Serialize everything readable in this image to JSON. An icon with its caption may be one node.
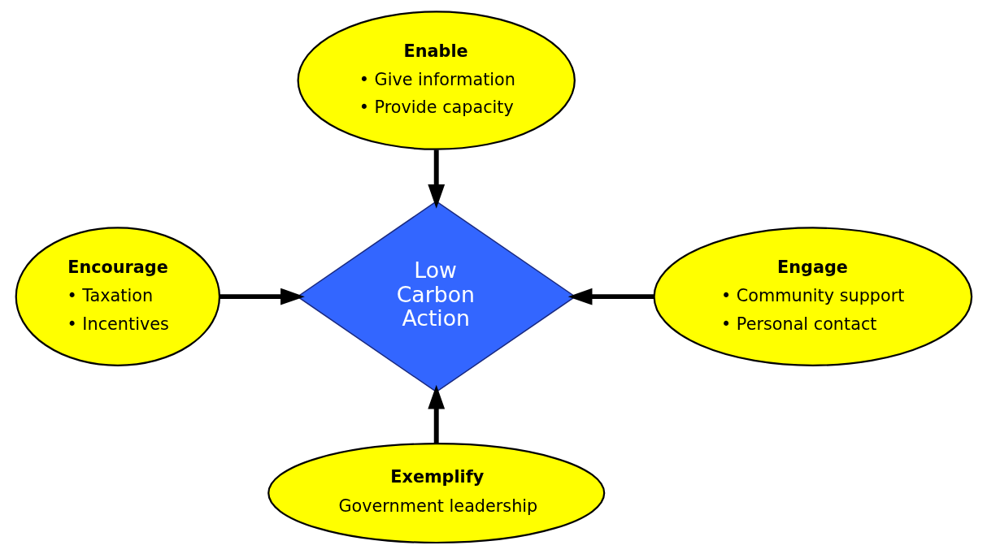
{
  "diagram": {
    "nodes": [
      {
        "text": [
          "Enable",
          "• Give information",
          "• Provide capacity"
        ]
      },
      {
        "text": [
          "Encourage",
          "• Taxation",
          "• Incentives"
        ]
      },
      {
        "text": [
          "Low Carbon Action"
        ]
      },
      {
        "text": [
          "Engage",
          "• Community support",
          "• Personal contact"
        ]
      },
      {
        "text": [
          "Exemplify",
          "Government leadership"
        ]
      }
    ],
    "edges": [
      {
        "from": 0,
        "to": 2,
        "arrow": "to"
      },
      {
        "from": 1,
        "to": 2,
        "arrow": "to"
      },
      {
        "from": 3,
        "to": 2,
        "arrow": "to"
      },
      {
        "from": 4,
        "to": 2,
        "arrow": "to"
      }
    ]
  }
}
